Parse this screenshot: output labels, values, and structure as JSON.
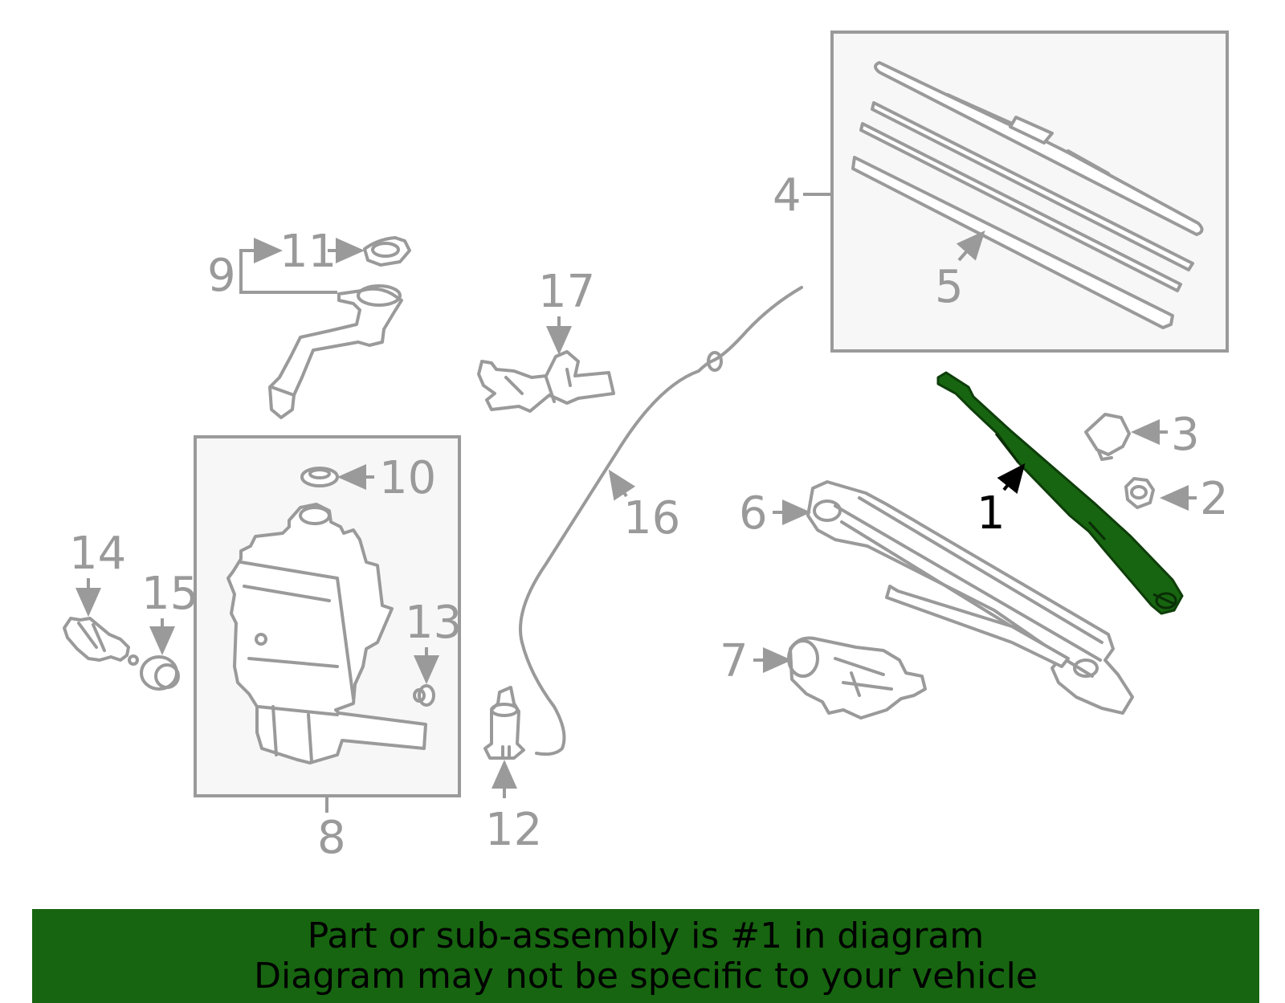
{
  "colors": {
    "highlight_part": "#176510",
    "banner_background": "#176510",
    "banner_text": "#000000",
    "line_gray": "#9a9a9a",
    "callout_gray": "#9a9a9a",
    "callout_highlight": "#000000",
    "box_fill": "#f7f7f7"
  },
  "callouts": {
    "c1": "1",
    "c2": "2",
    "c3": "3",
    "c4": "4",
    "c5": "5",
    "c6": "6",
    "c7": "7",
    "c8": "8",
    "c9": "9",
    "c10": "10",
    "c11": "11",
    "c12": "12",
    "c13": "13",
    "c14": "14",
    "c15": "15",
    "c16": "16",
    "c17": "17"
  },
  "highlighted_part": "1",
  "banner": {
    "line1": "Part or sub-assembly is #1 in diagram",
    "line2": "Diagram may not be specific to your vehicle"
  }
}
